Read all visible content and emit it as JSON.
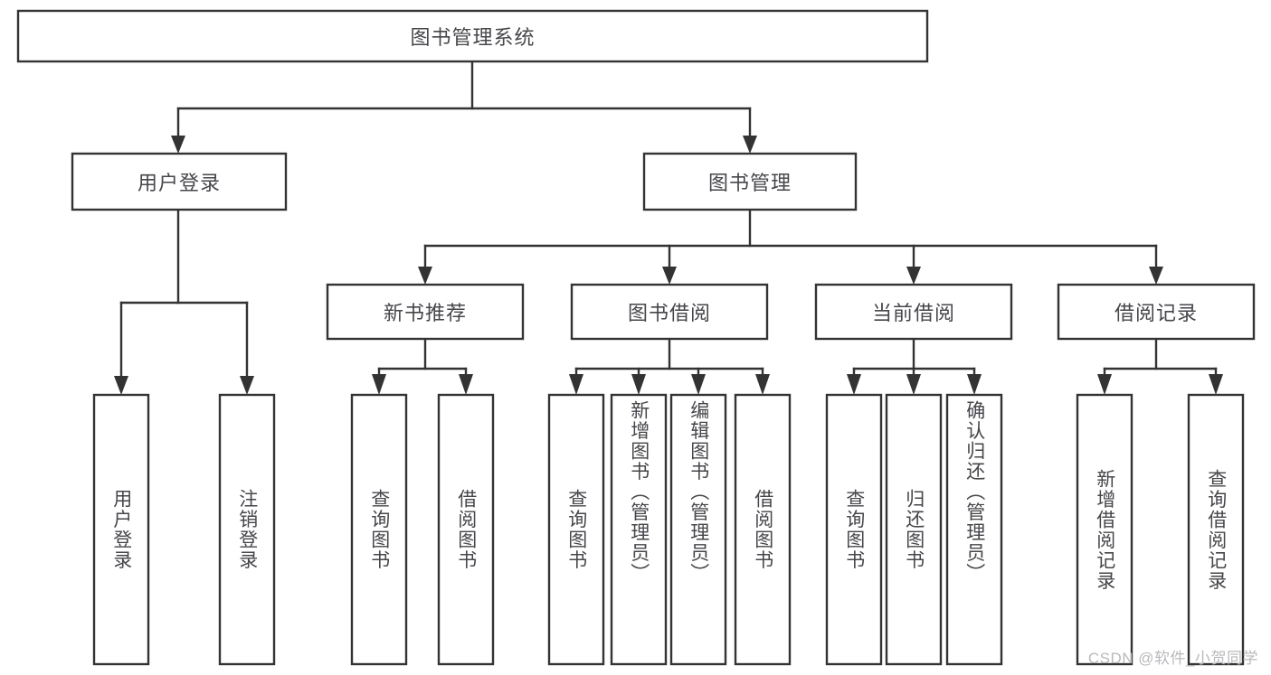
{
  "diagram": {
    "title": "图书管理系统",
    "type": "tree",
    "orientation": "top-down",
    "watermark": "CSDN @软件_小贺同学",
    "colors": {
      "box_stroke": "#333333",
      "box_fill": "#ffffff",
      "text": "#46464b",
      "connector": "#333333",
      "watermark": "#b9b9bd",
      "background": "#ffffff"
    },
    "nodes": {
      "root": {
        "label": "图书管理系统",
        "level": 1,
        "orientation": "horizontal"
      },
      "level2": [
        {
          "id": "user-login",
          "label": "用户登录",
          "orientation": "horizontal"
        },
        {
          "id": "book-management",
          "label": "图书管理",
          "orientation": "horizontal"
        }
      ],
      "level3": [
        {
          "id": "new-book-recommend",
          "label": "新书推荐",
          "orientation": "horizontal"
        },
        {
          "id": "book-borrow",
          "label": "图书借阅",
          "orientation": "horizontal"
        },
        {
          "id": "current-borrow",
          "label": "当前借阅",
          "orientation": "horizontal"
        },
        {
          "id": "borrow-record",
          "label": "借阅记录",
          "orientation": "horizontal"
        }
      ],
      "leaves": {
        "user-login": [
          {
            "id": "leaf-user-login",
            "label": "用户登录",
            "orientation": "vertical"
          },
          {
            "id": "leaf-logout-login",
            "label": "注销登录",
            "orientation": "vertical"
          }
        ],
        "new-book-recommend": [
          {
            "id": "leaf-query-book-1",
            "label": "查询图书",
            "orientation": "vertical"
          },
          {
            "id": "leaf-borrow-book-1",
            "label": "借阅图书",
            "orientation": "vertical"
          }
        ],
        "book-borrow": [
          {
            "id": "leaf-query-book-2",
            "label": "查询图书",
            "orientation": "vertical"
          },
          {
            "id": "leaf-add-book-admin",
            "label": "新增图书（管理员）",
            "orientation": "vertical"
          },
          {
            "id": "leaf-edit-book-admin",
            "label": "编辑图书（管理员）",
            "orientation": "vertical"
          },
          {
            "id": "leaf-borrow-book-2",
            "label": "借阅图书",
            "orientation": "vertical"
          }
        ],
        "current-borrow": [
          {
            "id": "leaf-query-book-3",
            "label": "查询图书",
            "orientation": "vertical"
          },
          {
            "id": "leaf-return-book",
            "label": "归还图书",
            "orientation": "vertical"
          },
          {
            "id": "leaf-confirm-return-admin",
            "label": "确认归还（管理员）",
            "orientation": "vertical"
          }
        ],
        "borrow-record": [
          {
            "id": "leaf-add-borrow-record",
            "label": "新增借阅记录",
            "orientation": "vertical"
          },
          {
            "id": "leaf-query-borrow-record",
            "label": "查询借阅记录",
            "orientation": "vertical"
          }
        ]
      }
    }
  }
}
